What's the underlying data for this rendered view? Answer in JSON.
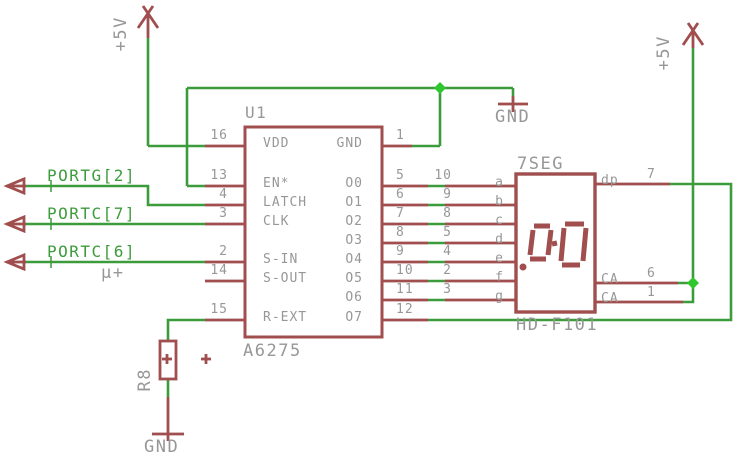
{
  "power": {
    "vcc_left": "+5V",
    "vcc_right": "+5V",
    "gnd_top": "GND",
    "gnd_bottom": "GND"
  },
  "ports": {
    "portg2": "PORTG[2]",
    "portc7": "PORTC[7]",
    "portc6": "PORTC[6]",
    "net_note": "µ+"
  },
  "ic": {
    "refdes": "U1",
    "part": "A6275",
    "left_pins": [
      {
        "num": "16",
        "name": "VDD"
      },
      {
        "num": "13",
        "name": "EN*"
      },
      {
        "num": "4",
        "name": "LATCH"
      },
      {
        "num": "3",
        "name": "CLK"
      },
      {
        "num": "2",
        "name": "S-IN"
      },
      {
        "num": "14",
        "name": "S-OUT"
      },
      {
        "num": "15",
        "name": "R-EXT"
      }
    ],
    "right_pins": [
      {
        "num": "1",
        "name": "GND"
      },
      {
        "num": "5",
        "name": "O0"
      },
      {
        "num": "6",
        "name": "O1"
      },
      {
        "num": "7",
        "name": "O2"
      },
      {
        "num": "8",
        "name": "O3"
      },
      {
        "num": "9",
        "name": "O4"
      },
      {
        "num": "10",
        "name": "O5"
      },
      {
        "num": "11",
        "name": "O6"
      },
      {
        "num": "12",
        "name": "O7"
      }
    ]
  },
  "display": {
    "refdes": "7SEG",
    "part": "HD-F101",
    "segments": [
      {
        "name": "a",
        "pin": "10"
      },
      {
        "name": "b",
        "pin": "9"
      },
      {
        "name": "c",
        "pin": "8"
      },
      {
        "name": "d",
        "pin": "5"
      },
      {
        "name": "e",
        "pin": "4"
      },
      {
        "name": "f",
        "pin": "2"
      },
      {
        "name": "g",
        "pin": "3"
      }
    ],
    "right_pins": [
      {
        "name": "dp",
        "pin": "7"
      },
      {
        "name": "CA",
        "pin": "6"
      },
      {
        "name": "CA",
        "pin": "1"
      }
    ]
  },
  "resistor": {
    "refdes": "R8"
  },
  "colors": {
    "net": "#3c9c3c",
    "junction": "#2ec82e",
    "symbol": "#a04e4e",
    "text": "#979797"
  }
}
